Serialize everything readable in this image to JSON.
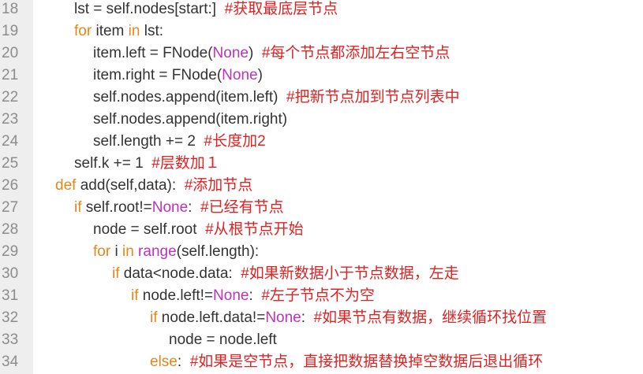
{
  "editor": {
    "colors": {
      "background": "#ffffff",
      "gutter": "#eeeeee",
      "line_number": "#8c8c8c",
      "text": "#333333",
      "keyword": "#e8861a",
      "builtin": "#bb33bb",
      "comment": "#e02222"
    },
    "lines": [
      {
        "number": "18",
        "indent": 1,
        "tokens": [
          {
            "type": "text",
            "text": "lst = self.nodes[start:]  "
          },
          {
            "type": "comment",
            "text": "#获取最底层节点"
          }
        ]
      },
      {
        "number": "19",
        "indent": 1,
        "tokens": [
          {
            "type": "keyword",
            "text": "for"
          },
          {
            "type": "text",
            "text": " item "
          },
          {
            "type": "keyword",
            "text": "in"
          },
          {
            "type": "text",
            "text": " lst:"
          }
        ]
      },
      {
        "number": "20",
        "indent": 2,
        "tokens": [
          {
            "type": "text",
            "text": "item.left = FNode("
          },
          {
            "type": "builtin",
            "text": "None"
          },
          {
            "type": "text",
            "text": ")  "
          },
          {
            "type": "comment",
            "text": "#每个节点都添加左右空节点"
          }
        ]
      },
      {
        "number": "21",
        "indent": 2,
        "tokens": [
          {
            "type": "text",
            "text": "item.right = FNode("
          },
          {
            "type": "builtin",
            "text": "None"
          },
          {
            "type": "text",
            "text": ")"
          }
        ]
      },
      {
        "number": "22",
        "indent": 2,
        "tokens": [
          {
            "type": "text",
            "text": "self.nodes.append(item.left)  "
          },
          {
            "type": "comment",
            "text": "#把新节点加到节点列表中"
          }
        ]
      },
      {
        "number": "23",
        "indent": 2,
        "tokens": [
          {
            "type": "text",
            "text": "self.nodes.append(item.right)"
          }
        ]
      },
      {
        "number": "24",
        "indent": 2,
        "tokens": [
          {
            "type": "text",
            "text": "self.length += 2  "
          },
          {
            "type": "comment",
            "text": "#长度加2"
          }
        ]
      },
      {
        "number": "25",
        "indent": 1,
        "tokens": [
          {
            "type": "text",
            "text": "self.k += 1  "
          },
          {
            "type": "comment",
            "text": "#层数加１"
          }
        ]
      },
      {
        "number": "26",
        "indent": 0,
        "tokens": [
          {
            "type": "keyword",
            "text": "def"
          },
          {
            "type": "text",
            "text": " add(self,data):  "
          },
          {
            "type": "comment",
            "text": "#添加节点"
          }
        ]
      },
      {
        "number": "27",
        "indent": 1,
        "tokens": [
          {
            "type": "keyword",
            "text": "if"
          },
          {
            "type": "text",
            "text": " self.root!="
          },
          {
            "type": "builtin",
            "text": "None"
          },
          {
            "type": "text",
            "text": ":  "
          },
          {
            "type": "comment",
            "text": "#已经有节点"
          }
        ]
      },
      {
        "number": "28",
        "indent": 2,
        "tokens": [
          {
            "type": "text",
            "text": "node = self.root  "
          },
          {
            "type": "comment",
            "text": "#从根节点开始"
          }
        ]
      },
      {
        "number": "29",
        "indent": 2,
        "tokens": [
          {
            "type": "keyword",
            "text": "for"
          },
          {
            "type": "text",
            "text": " i "
          },
          {
            "type": "keyword",
            "text": "in"
          },
          {
            "type": "text",
            "text": " "
          },
          {
            "type": "builtin",
            "text": "range"
          },
          {
            "type": "text",
            "text": "(self.length):"
          }
        ]
      },
      {
        "number": "30",
        "indent": 3,
        "tokens": [
          {
            "type": "keyword",
            "text": "if"
          },
          {
            "type": "text",
            "text": " data<node.data:  "
          },
          {
            "type": "comment",
            "text": "#如果新数据小于节点数据，左走"
          }
        ]
      },
      {
        "number": "31",
        "indent": 4,
        "tokens": [
          {
            "type": "keyword",
            "text": "if"
          },
          {
            "type": "text",
            "text": " node.left!="
          },
          {
            "type": "builtin",
            "text": "None"
          },
          {
            "type": "text",
            "text": ":  "
          },
          {
            "type": "comment",
            "text": "#左子节点不为空"
          }
        ]
      },
      {
        "number": "32",
        "indent": 5,
        "tokens": [
          {
            "type": "keyword",
            "text": "if"
          },
          {
            "type": "text",
            "text": " node.left.data!="
          },
          {
            "type": "builtin",
            "text": "None"
          },
          {
            "type": "text",
            "text": ":  "
          },
          {
            "type": "comment",
            "text": "#如果节点有数据，继续循环找位置"
          }
        ]
      },
      {
        "number": "33",
        "indent": 6,
        "tokens": [
          {
            "type": "text",
            "text": "node = node.left"
          }
        ]
      },
      {
        "number": "34",
        "indent": 5,
        "tokens": [
          {
            "type": "keyword",
            "text": "else"
          },
          {
            "type": "text",
            "text": ":  "
          },
          {
            "type": "comment",
            "text": "#如果是空节点，直接把数据替换掉空数据后退出循环"
          }
        ]
      }
    ]
  }
}
